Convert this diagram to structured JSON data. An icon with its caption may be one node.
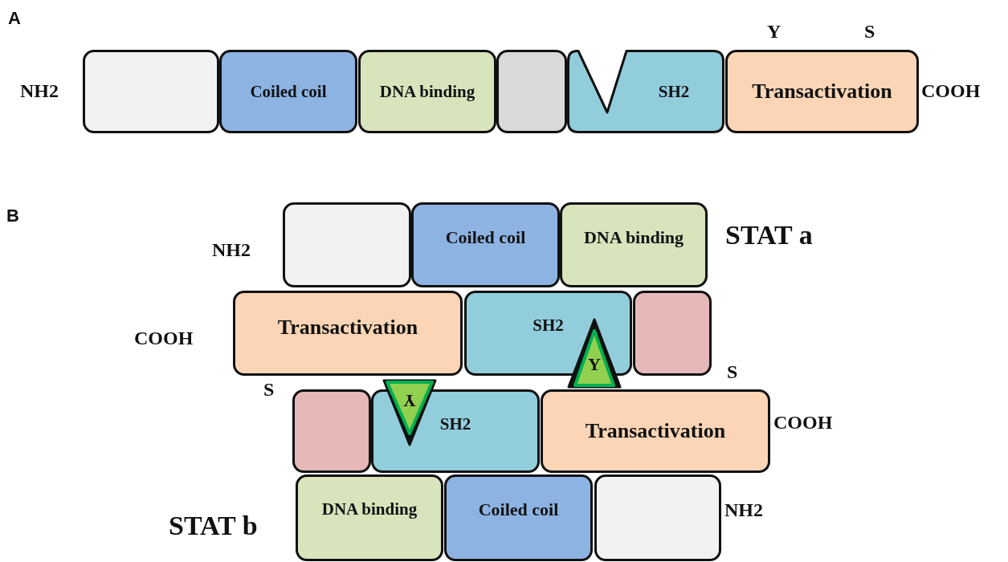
{
  "diagram": {
    "nodes": [
      {
        "text": [],
        "shape": "box"
      },
      {
        "text": [
          "Coiled coil"
        ]
      },
      {
        "text": [
          "DNA binding"
        ]
      },
      {
        "text": [],
        "shape": "box"
      },
      {
        "text": [
          "SH2"
        ]
      },
      {
        "text": [
          "Transactivation"
        ]
      },
      {
        "text": [],
        "shape": "box"
      },
      {
        "text": [
          "Coiled coil"
        ]
      },
      {
        "text": [
          "DNA binding"
        ]
      },
      {
        "text": [
          "Transactivation"
        ]
      },
      {
        "text": [
          "SH2"
        ]
      },
      {
        "text": [],
        "shape": "box"
      },
      {
        "text": [
          "Y"
        ]
      },
      {
        "text": [
          "Y"
        ]
      },
      {
        "text": [],
        "shape": "box"
      },
      {
        "text": [
          "SH2"
        ]
      },
      {
        "text": [
          "Transactivation"
        ]
      },
      {
        "text": [
          "DNA binding"
        ]
      },
      {
        "text": [
          "Coiled coil"
        ]
      },
      {
        "text": [],
        "shape": "box"
      }
    ],
    "labels": [
      "A",
      "Y",
      "S",
      "NH2",
      "COOH",
      "B",
      "NH2",
      "STAT a",
      "COOH",
      "S",
      "S",
      "COOH",
      "STAT b",
      "NH2"
    ]
  }
}
